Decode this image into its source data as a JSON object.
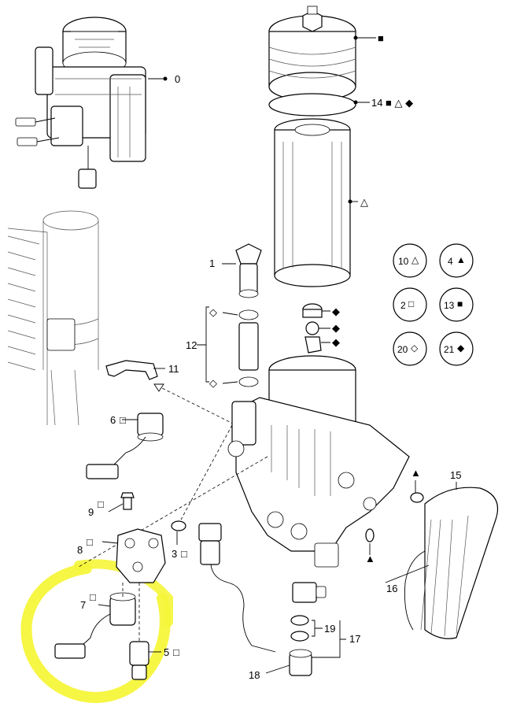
{
  "diagram": {
    "callouts": [
      {
        "id": "c0",
        "number": "0",
        "symbols": ""
      },
      {
        "id": "c1",
        "number": "1",
        "symbols": ""
      },
      {
        "id": "c2",
        "number": "",
        "symbols": "◇"
      },
      {
        "id": "c3",
        "number": "3",
        "symbols": "□"
      },
      {
        "id": "c5",
        "number": "5",
        "symbols": "□"
      },
      {
        "id": "c6",
        "number": "6",
        "symbols": "□"
      },
      {
        "id": "c7",
        "number": "7",
        "symbols": "□"
      },
      {
        "id": "c8",
        "number": "8",
        "symbols": "□"
      },
      {
        "id": "c9",
        "number": "9",
        "symbols": "□"
      },
      {
        "id": "c11",
        "number": "11",
        "symbols": ""
      },
      {
        "id": "c12",
        "number": "12",
        "symbols": ""
      },
      {
        "id": "c13",
        "number": "",
        "symbols": "■"
      },
      {
        "id": "c14",
        "number": "14",
        "symbols": "■ △ ◆"
      },
      {
        "id": "c15",
        "number": "15",
        "symbols": ""
      },
      {
        "id": "c16",
        "number": "16",
        "symbols": ""
      },
      {
        "id": "c17",
        "number": "17",
        "symbols": ""
      },
      {
        "id": "c18",
        "number": "18",
        "symbols": ""
      },
      {
        "id": "c19",
        "number": "19",
        "symbols": ""
      },
      {
        "id": "cTri",
        "number": "",
        "symbols": "△"
      }
    ],
    "legend": [
      {
        "number": "10",
        "symbol": "△"
      },
      {
        "number": "4",
        "symbol": "▲"
      },
      {
        "number": "2",
        "symbol": "□"
      },
      {
        "number": "13",
        "symbol": "■"
      },
      {
        "number": "20",
        "symbol": "◇"
      },
      {
        "number": "21",
        "symbol": "◆"
      }
    ],
    "highlight_color": "#f5f53a",
    "line_color": "#000000"
  }
}
